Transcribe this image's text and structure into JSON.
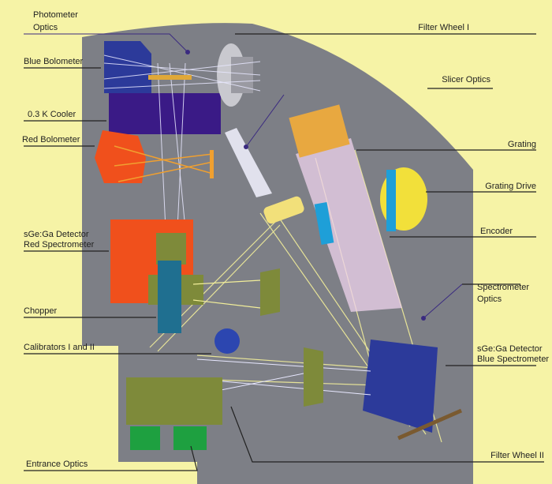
{
  "labels": {
    "photometer_optics_1": "Photometer",
    "photometer_optics_2": "Optics",
    "blue_bolometer": "Blue Bolometer",
    "cooler": "0.3 K Cooler",
    "red_bolometer": "Red Bolometer",
    "red_detector_1": "sGe:Ga Detector",
    "red_detector_2": "Red Spectrometer",
    "chopper": "Chopper",
    "calibrators": "Calibrators I and II",
    "entrance_optics": "Entrance Optics",
    "filter_wheel_1": "Filter Wheel I",
    "slicer_optics": "Slicer Optics",
    "grating": "Grating",
    "grating_drive": "Grating Drive",
    "encoder": "Encoder",
    "spectrometer_optics_1": "Spectrometer",
    "spectrometer_optics_2": "Optics",
    "blue_detector_1": "sGe:Ga Detector",
    "blue_detector_2": "Blue Spectrometer",
    "filter_wheel_2": "Filter Wheel II"
  },
  "colors": {
    "background": "#f6f3a6",
    "housing": "#7d7f86",
    "beam_yellow": "#f2ee9a",
    "beam_white": "#e8e8ff",
    "blue_bolo": "#2c3a9a",
    "cooler": "#3a1a86",
    "red": "#f0501c",
    "orange": "#f0a030",
    "olive": "#7e8a3a"
  }
}
